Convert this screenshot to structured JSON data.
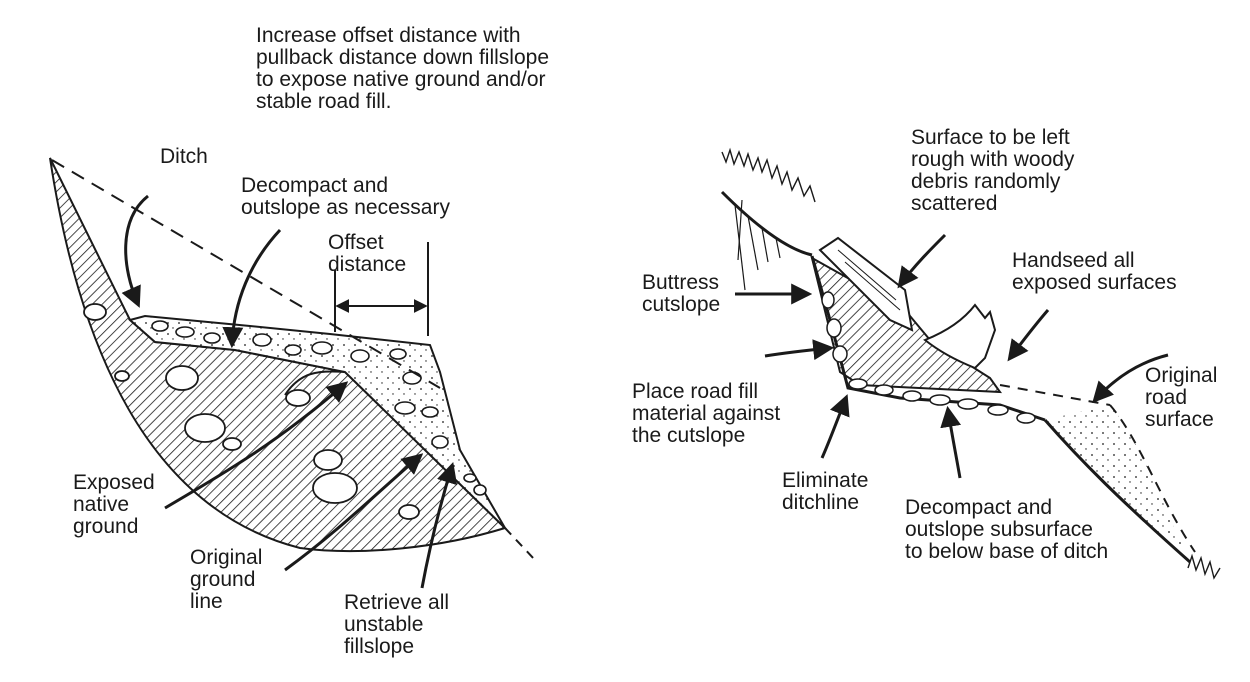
{
  "labels": {
    "left": {
      "top_note": "Increase offset distance with\npullback distance down fillslope\nto expose native ground and/or\nstable road fill.",
      "ditch": "Ditch",
      "decompact": "Decompact and\noutslope as necessary",
      "offset": "Offset\ndistance",
      "exposed": "Exposed\nnative\nground",
      "original_ground": "Original\nground\nline",
      "retrieve": "Retrieve all\nunstable\nfillslope"
    },
    "right": {
      "surface": "Surface to be left\nrough with woody\ndebris randomly\nscattered",
      "buttress": "Buttress\ncutslope",
      "handseed": "Handseed all\nexposed surfaces",
      "place_fill": "Place road fill\nmaterial against\nthe cutslope",
      "original_road": "Original\nroad\nsurface",
      "eliminate": "Eliminate\nditchline",
      "decompact_sub": "Decompact and\noutslope subsurface\nto below base of ditch"
    }
  },
  "colors": {
    "ink": "#1a1a1a",
    "background": "#ffffff"
  },
  "icons": [
    "arrow-icon",
    "hatch-pattern",
    "rock-icon",
    "grass-icon",
    "stump-icon"
  ]
}
